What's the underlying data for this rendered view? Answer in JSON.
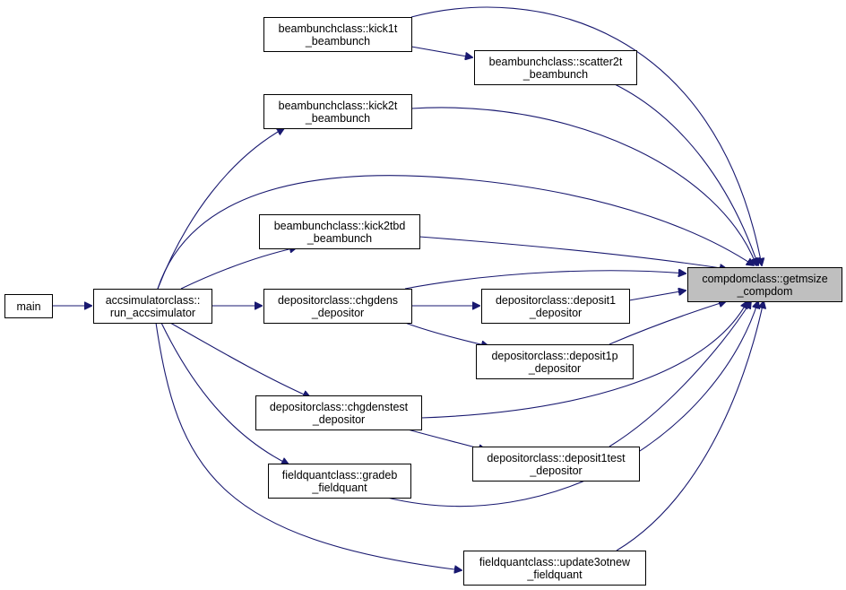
{
  "edge_color": "#191970",
  "highlight_fill": "#bfbfbf",
  "nodes": {
    "main": {
      "lines": [
        "main"
      ]
    },
    "accsim": {
      "lines": [
        "accsimulatorclass::",
        "run_accsimulator"
      ]
    },
    "kick1t": {
      "lines": [
        "beambunchclass::kick1t",
        "_beambunch"
      ]
    },
    "scatter2t": {
      "lines": [
        "beambunchclass::scatter2t",
        "_beambunch"
      ]
    },
    "kick2t": {
      "lines": [
        "beambunchclass::kick2t",
        "_beambunch"
      ]
    },
    "kick2tbd": {
      "lines": [
        "beambunchclass::kick2tbd",
        "_beambunch"
      ]
    },
    "chgdens": {
      "lines": [
        "depositorclass::chgdens",
        "_depositor"
      ]
    },
    "deposit1": {
      "lines": [
        "depositorclass::deposit1",
        "_depositor"
      ]
    },
    "deposit1p": {
      "lines": [
        "depositorclass::deposit1p",
        "_depositor"
      ]
    },
    "chgdenstest": {
      "lines": [
        "depositorclass::chgdenstest",
        "_depositor"
      ]
    },
    "deposit1test": {
      "lines": [
        "depositorclass::deposit1test",
        "_depositor"
      ]
    },
    "gradeb": {
      "lines": [
        "fieldquantclass::gradeb",
        "_fieldquant"
      ]
    },
    "update3otnew": {
      "lines": [
        "fieldquantclass::update3otnew",
        "_fieldquant"
      ]
    },
    "getmsize": {
      "lines": [
        "compdomclass::getmsize",
        "_compdom"
      ],
      "highlight": true
    }
  },
  "edges": [
    [
      "main",
      "accsim"
    ],
    [
      "accsim",
      "kick2t"
    ],
    [
      "accsim",
      "kick2tbd"
    ],
    [
      "accsim",
      "chgdens"
    ],
    [
      "accsim",
      "chgdenstest"
    ],
    [
      "accsim",
      "gradeb"
    ],
    [
      "accsim",
      "update3otnew"
    ],
    [
      "accsim",
      "getmsize"
    ],
    [
      "kick1t",
      "scatter2t"
    ],
    [
      "kick1t",
      "getmsize"
    ],
    [
      "scatter2t",
      "getmsize"
    ],
    [
      "kick2t",
      "getmsize"
    ],
    [
      "kick2tbd",
      "getmsize"
    ],
    [
      "chgdens",
      "deposit1"
    ],
    [
      "chgdens",
      "deposit1p"
    ],
    [
      "chgdens",
      "getmsize"
    ],
    [
      "deposit1",
      "getmsize"
    ],
    [
      "deposit1p",
      "getmsize"
    ],
    [
      "chgdenstest",
      "deposit1test"
    ],
    [
      "chgdenstest",
      "getmsize"
    ],
    [
      "deposit1test",
      "getmsize"
    ],
    [
      "gradeb",
      "getmsize"
    ],
    [
      "update3otnew",
      "getmsize"
    ]
  ]
}
